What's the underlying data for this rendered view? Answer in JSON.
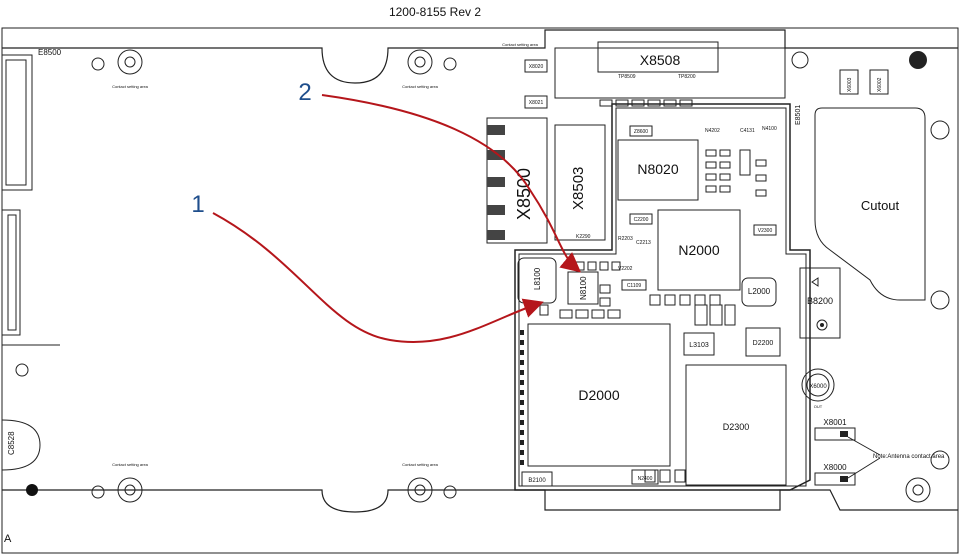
{
  "header": {
    "title": "1200-8155 Rev 2"
  },
  "callouts": {
    "one": "1",
    "two": "2"
  },
  "corner_label": "A",
  "notes": {
    "contact_small": "Contact setting area",
    "antenna": "Note:Antenna contact area"
  },
  "components": {
    "e8500": "E8500",
    "x8508": "X8508",
    "x8500": "X8500",
    "x8503": "X8503",
    "n8020": "N8020",
    "n2000": "N2000",
    "n8100": "N8100",
    "l8100": "L8100",
    "l2000": "L2000",
    "b8200": "B8200",
    "d2000": "D2000",
    "d2300": "D2300",
    "l3103": "L3103",
    "d2200": "D2200",
    "x6000": "X6000",
    "x8001": "X8001",
    "x8000": "X8000",
    "b2100": "B2100",
    "n2400": "N2400",
    "c8528": "C8528",
    "e8501": "E8501",
    "cutout": "Cutout",
    "x8020": "X8020",
    "x8021": "X8021",
    "n4202": "N4202",
    "c4131": "C4131",
    "z8600": "Z8600",
    "v2300": "V2300",
    "c2200": "C2200",
    "c1109": "C1109",
    "x6003": "X6003",
    "x6002": "X6002",
    "c2213": "C2213",
    "k2290": "K2290",
    "v2202": "V2202",
    "r2203": "R2203",
    "n4100": "N4100",
    "tp8509": "TP8509",
    "tp8200": "TP8200",
    "out": "OUT"
  },
  "colors": {
    "arrow": "#b5161b",
    "callout": "#1f4e8c",
    "line": "#222222"
  },
  "arrows": [
    {
      "from": "callout-1",
      "to": "N8100 area"
    },
    {
      "from": "callout-2",
      "to": "N8100 area"
    }
  ]
}
